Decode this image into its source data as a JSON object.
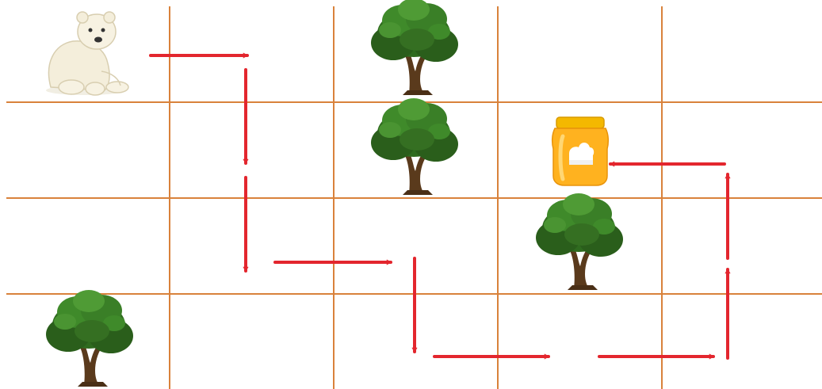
{
  "board": {
    "rows": 4,
    "cols": 5,
    "grid_color": "#D9823B",
    "arrow_color": "#E3262E"
  },
  "pieces": [
    {
      "type": "polar-bear",
      "row": 0,
      "col": 0
    },
    {
      "type": "tree",
      "row": 0,
      "col": 2
    },
    {
      "type": "tree",
      "row": 1,
      "col": 2
    },
    {
      "type": "honey-jar",
      "row": 1,
      "col": 3
    },
    {
      "type": "tree",
      "row": 2,
      "col": 3
    },
    {
      "type": "tree",
      "row": 3,
      "col": 0
    }
  ],
  "path_moves": [
    {
      "from": [
        0,
        0
      ],
      "to": [
        0,
        1
      ],
      "direction": "right"
    },
    {
      "from": [
        0,
        1
      ],
      "to": [
        1,
        1
      ],
      "direction": "down"
    },
    {
      "from": [
        1,
        1
      ],
      "to": [
        2,
        1
      ],
      "direction": "down"
    },
    {
      "from": [
        2,
        1
      ],
      "to": [
        2,
        2
      ],
      "direction": "right"
    },
    {
      "from": [
        2,
        2
      ],
      "to": [
        3,
        2
      ],
      "direction": "down"
    },
    {
      "from": [
        3,
        2
      ],
      "to": [
        3,
        3
      ],
      "direction": "right"
    },
    {
      "from": [
        3,
        3
      ],
      "to": [
        3,
        4
      ],
      "direction": "right"
    },
    {
      "from": [
        3,
        4
      ],
      "to": [
        2,
        4
      ],
      "direction": "up"
    },
    {
      "from": [
        2,
        4
      ],
      "to": [
        1,
        4
      ],
      "direction": "up"
    },
    {
      "from": [
        1,
        4
      ],
      "to": [
        1,
        3
      ],
      "direction": "left"
    }
  ]
}
